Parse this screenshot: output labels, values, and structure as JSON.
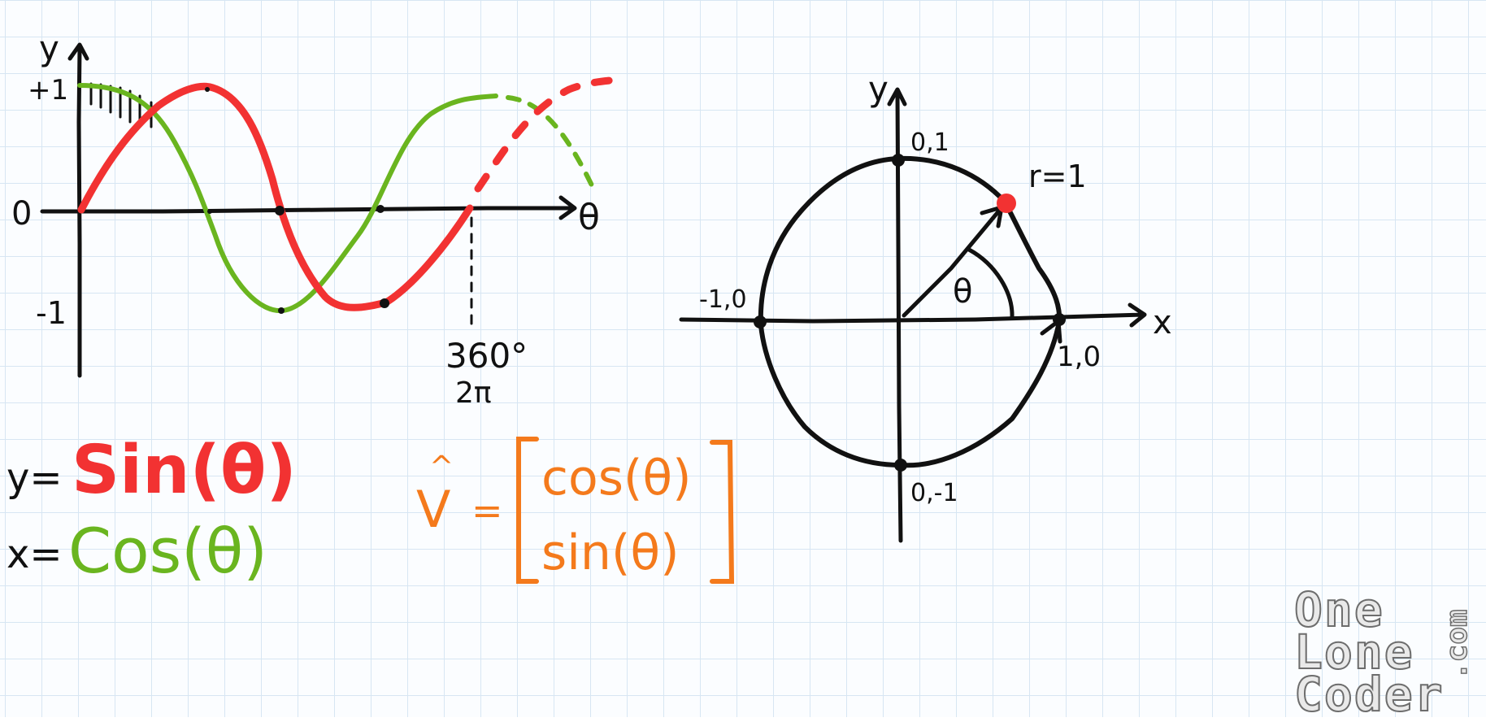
{
  "colors": {
    "sine": "#f23232",
    "cosine": "#6ab51f",
    "vector": "#f47a1c",
    "ink": "#111111",
    "grid": "#d7e6f3",
    "point": "#f23232"
  },
  "wave_plot": {
    "y_axis_label": "y",
    "x_axis_label": "θ",
    "tick_plus_one": "+1",
    "tick_zero": "0",
    "tick_minus_one": "-1",
    "period_degrees": "360°",
    "period_radians": "2π"
  },
  "unit_circle": {
    "y_axis_label": "y",
    "x_axis_label": "x",
    "point_top": "0,1",
    "point_bottom": "0,-1",
    "point_left": "-1,0",
    "point_right": "1,0",
    "radius_label": "r=1",
    "angle_label": "θ"
  },
  "equations": {
    "sine_lhs": "y=",
    "sine_rhs": "Sin(θ)",
    "cosine_lhs": "x=",
    "cosine_rhs": "Cos(θ)",
    "vector_symbol": "V",
    "vector_hat": "^",
    "vector_equals": "=",
    "vector_row1": "cos(θ)",
    "vector_row2": "sin(θ)"
  },
  "logo": {
    "line1": "One",
    "line2": "Lone",
    "line3": "Coder",
    "domain": ".com"
  }
}
